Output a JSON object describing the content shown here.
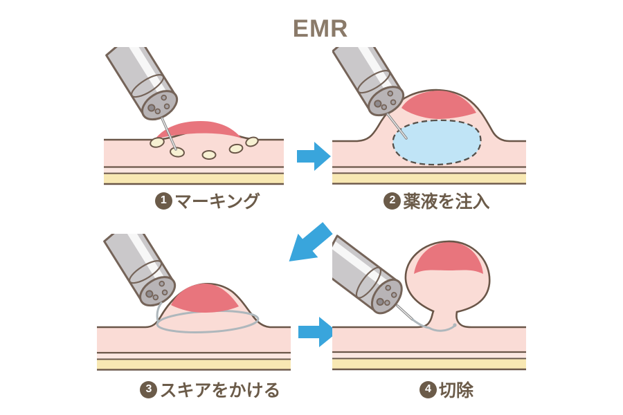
{
  "title": "EMR",
  "steps": [
    {
      "number": "1",
      "label": "マーキング"
    },
    {
      "number": "2",
      "label": "薬液を注入"
    },
    {
      "number": "3",
      "label": "スキアをかける"
    },
    {
      "number": "4",
      "label": "切除"
    }
  ],
  "icons": {
    "arrow_1": "right-arrow",
    "arrow_2": "down-left-arrow",
    "arrow_3": "right-arrow"
  },
  "colors": {
    "background": "#ffffff",
    "title_text": "#8a7a69",
    "label_text": "#6b5b49",
    "arrow": "#39a5dc",
    "outline": "#6a5648",
    "scope_outline": "#756459",
    "scope_body": "#cac8ca",
    "scope_face": "#b8b4b6",
    "scope_dot": "#a5a1a4",
    "scope_channel": "#8f8b8e",
    "mucosa": "#fadcd6",
    "mucosa_stripe": "#fbe7e1",
    "submucosa_yellow": "#f8e8b3",
    "lesion_red": "#e8757d",
    "fluid_blue": "#c0e4f6",
    "fluid_dash": "#55504a",
    "marking_dot": "#f7f1d3",
    "snare_wire": "#aeb7bc",
    "needle_gray": "#8a8a8a"
  }
}
